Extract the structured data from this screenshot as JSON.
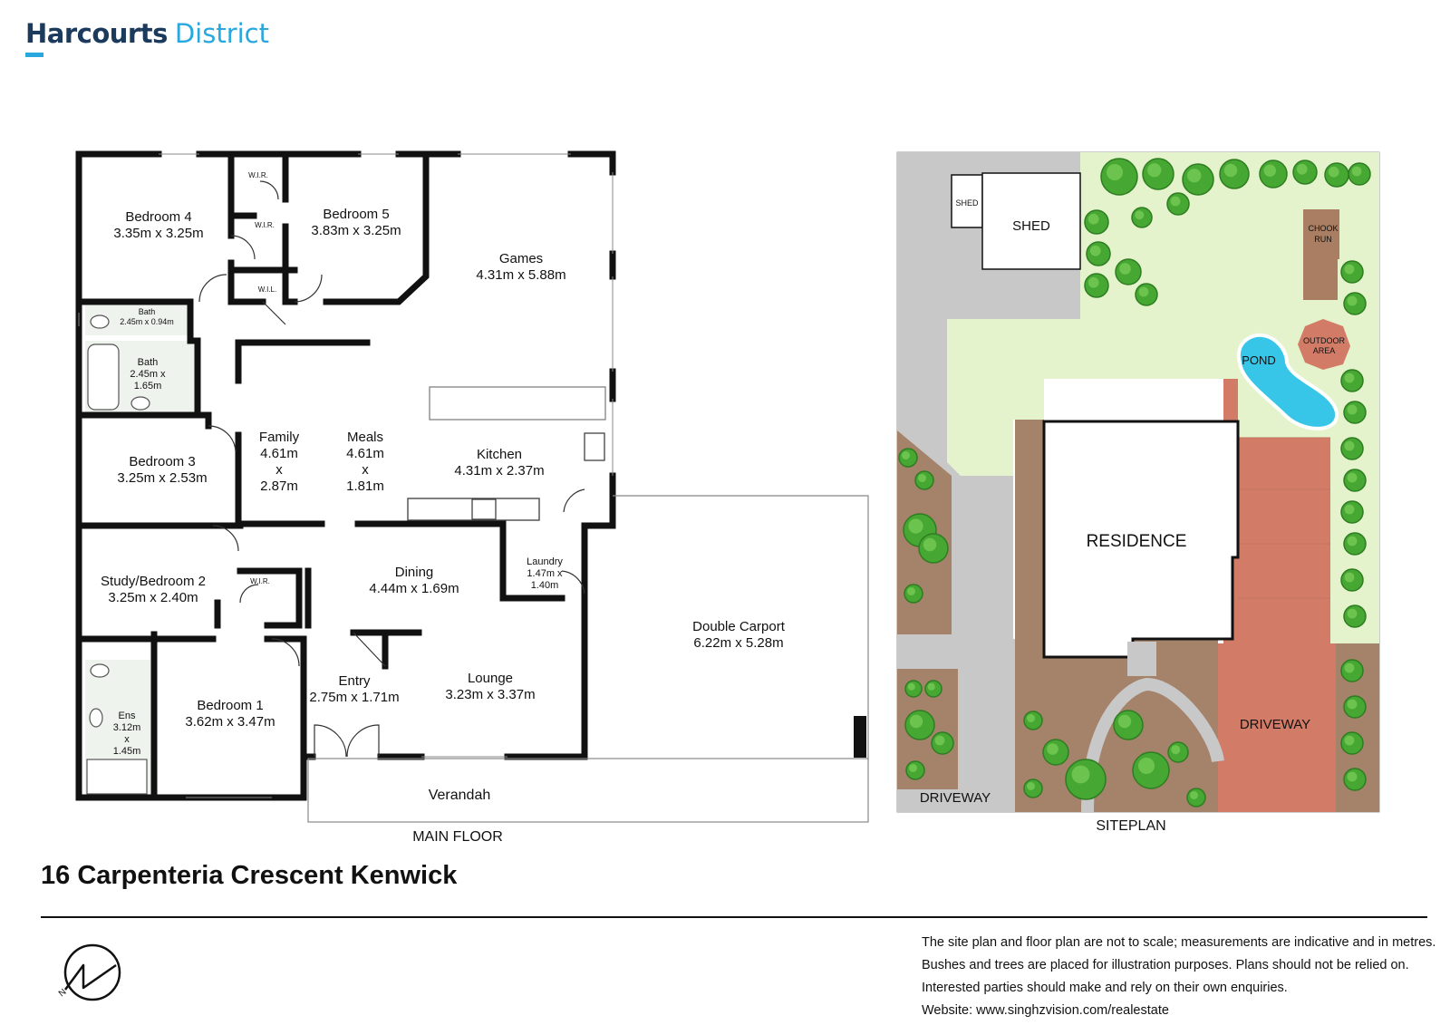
{
  "brand": {
    "name": "Harcourts",
    "office": "District"
  },
  "floor_plan": {
    "caption": "MAIN FLOOR",
    "rooms": [
      {
        "id": "bedroom4",
        "lines": [
          "Bedroom 4",
          "3.35m x 3.25m"
        ]
      },
      {
        "id": "bedroom5",
        "lines": [
          "Bedroom 5",
          "3.83m x 3.25m"
        ]
      },
      {
        "id": "games",
        "lines": [
          "Games",
          "4.31m x 5.88m"
        ]
      },
      {
        "id": "bath-small",
        "lines": [
          "Bath",
          "2.45m x 0.94m"
        ]
      },
      {
        "id": "bath",
        "lines": [
          "Bath",
          "2.45m x",
          "1.65m"
        ]
      },
      {
        "id": "bedroom3",
        "lines": [
          "Bedroom 3",
          "3.25m x 2.53m"
        ]
      },
      {
        "id": "family",
        "lines": [
          "Family",
          "4.61m",
          "x",
          "2.87m"
        ]
      },
      {
        "id": "meals",
        "lines": [
          "Meals",
          "4.61m",
          "x",
          "1.81m"
        ]
      },
      {
        "id": "kitchen",
        "lines": [
          "Kitchen",
          "4.31m x 2.37m"
        ]
      },
      {
        "id": "study",
        "lines": [
          "Study/Bedroom 2",
          "3.25m x 2.40m"
        ]
      },
      {
        "id": "dining",
        "lines": [
          "Dining",
          "4.44m x 1.69m"
        ]
      },
      {
        "id": "laundry",
        "lines": [
          "Laundry",
          "1.47m x",
          "1.40m"
        ]
      },
      {
        "id": "carport",
        "lines": [
          "Double Carport",
          "6.22m x 5.28m"
        ]
      },
      {
        "id": "ensuite",
        "lines": [
          "Ens",
          "3.12m",
          "x",
          "1.45m"
        ]
      },
      {
        "id": "bedroom1",
        "lines": [
          "Bedroom 1",
          "3.62m x 3.47m"
        ]
      },
      {
        "id": "entry",
        "lines": [
          "Entry",
          "2.75m x 1.71m"
        ]
      },
      {
        "id": "lounge",
        "lines": [
          "Lounge",
          "3.23m x 3.37m"
        ]
      },
      {
        "id": "verandah",
        "lines": [
          "Verandah"
        ]
      }
    ],
    "closets": [
      "W.I.R.",
      "W.I.R.",
      "W.I.L.",
      "W.I.R."
    ]
  },
  "site_plan": {
    "caption": "SITEPLAN",
    "labels": {
      "shed_small": "SHED",
      "shed": "SHED",
      "chook_run": [
        "CHOOK",
        "RUN"
      ],
      "outdoor_area": [
        "OUTDOOR",
        "AREA"
      ],
      "pond": "POND",
      "residence": "RESIDENCE",
      "driveway_right": "DRIVEWAY",
      "driveway_left": "DRIVEWAY"
    }
  },
  "address": "16 Carpenteria Crescent Kenwick",
  "disclaimer": [
    "The site plan and floor plan are not to scale; measurements are indicative and in metres.",
    "Bushes and trees are placed for illustration purposes. Plans should not be relied on.",
    "Interested parties should make and rely on their own enquiries.",
    "Website: www.singhzvision.com/realestate"
  ],
  "colors": {
    "wall": "#111111",
    "lawn": "#e4f3cb",
    "gravel": "#c8c8c8",
    "garden_bed": "#a5826a",
    "paving": "#d27c68",
    "pond": "#37c6e8",
    "shrub": "#46a832",
    "chook_run": "#a97e62",
    "outdoor_area": "#d27c68"
  }
}
